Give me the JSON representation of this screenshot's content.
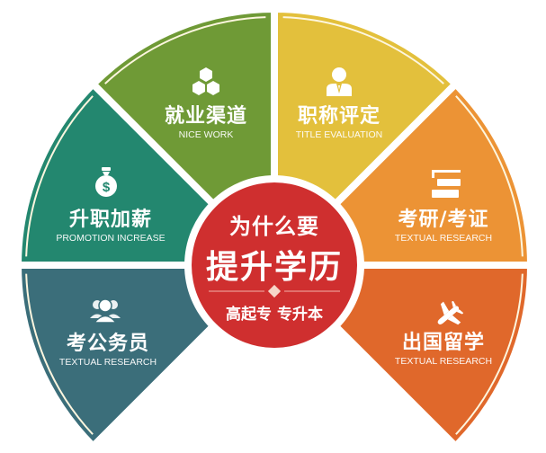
{
  "center": {
    "line1": "为什么要",
    "line2": "提升学历",
    "line3": "高起专 专升本",
    "color": "#cf2f2f"
  },
  "sectors": [
    {
      "id": "civil-service",
      "title": "考公务员",
      "subtitle": "TEXTUAL RESEARCH",
      "icon": "people-icon",
      "color": "#3b6e7a"
    },
    {
      "id": "promotion",
      "title": "升职加薪",
      "subtitle": "PROMOTION INCREASE",
      "icon": "money-bag-icon",
      "color": "#23876f"
    },
    {
      "id": "employment",
      "title": "就业渠道",
      "subtitle": "NICE WORK",
      "icon": "hexagons-icon",
      "color": "#6f9a36"
    },
    {
      "id": "title-evaluation",
      "title": "职称评定",
      "subtitle": "TITLE EVALUATION",
      "icon": "businessman-icon",
      "color": "#e3c03c"
    },
    {
      "id": "exams",
      "title": "考研/考证",
      "subtitle": "TEXTUAL RESEARCH",
      "icon": "books-icon",
      "color": "#ec9335"
    },
    {
      "id": "study-abroad",
      "title": "出国留学",
      "subtitle": "TEXTUAL RESEARCH",
      "icon": "airplane-icon",
      "color": "#e0682b"
    }
  ]
}
